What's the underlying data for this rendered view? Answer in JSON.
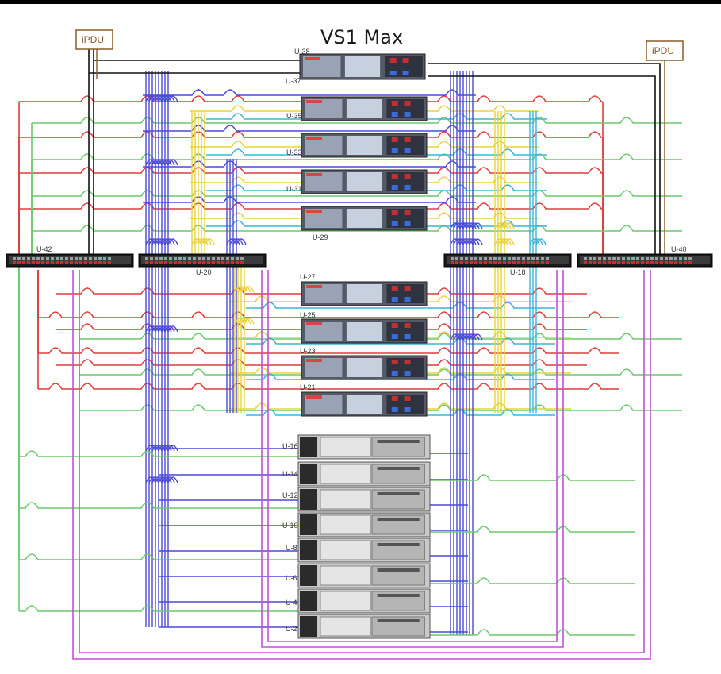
{
  "title": "VS1 Max",
  "pdus": [
    {
      "id": "left",
      "label": "iPDU"
    },
    {
      "id": "right",
      "label": "iPDU"
    }
  ],
  "switches": [
    {
      "id": "u42",
      "label": "U-42"
    },
    {
      "id": "u20",
      "label": "U-20"
    },
    {
      "id": "u18",
      "label": "U-18"
    },
    {
      "id": "u40",
      "label": "U-40"
    }
  ],
  "top_servers": [
    {
      "label_top": "U-38",
      "label_bottom": "U-37"
    }
  ],
  "blade_servers": [
    "U-35",
    "U-33",
    "U-31",
    "U-29",
    "U-27",
    "U-25",
    "U-23",
    "U-21"
  ],
  "storage_units": [
    "U-16",
    "U-14",
    "U-12",
    "U-10",
    "U-8",
    "U-6",
    "U-4",
    "U-2"
  ],
  "colors": {
    "red": "#e23b3b",
    "green": "#6cc96c",
    "blue": "#4b49d6",
    "yellow": "#e8d33a",
    "cyan": "#3bb5d6",
    "purple": "#c24fd9",
    "black": "#111111",
    "pdu_brown": "#8a5a2b"
  }
}
